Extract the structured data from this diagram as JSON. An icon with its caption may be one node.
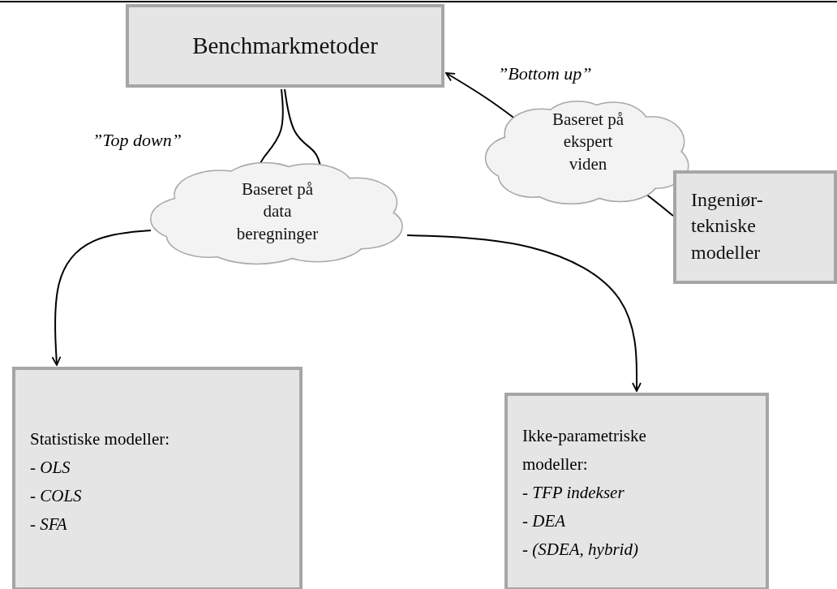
{
  "diagram": {
    "nodes": [
      {
        "text": [
          "Benchmarkmetoder"
        ]
      },
      {
        "text": [
          "Baseret på data beregninger"
        ]
      },
      {
        "text": [
          "Baseret på ekspert viden"
        ]
      },
      {
        "text": [
          "Ingeniør-tekniske modeller"
        ]
      },
      {
        "text": [
          "Statistiske modeller:",
          "- *OLS*",
          "- *COLS*",
          "- *SFA*"
        ]
      },
      {
        "text": [
          "Ikke-parametriske modeller:",
          "- *TFP indekser*",
          "- *DEA*",
          "- *(SDEA, hybrid)*"
        ]
      }
    ],
    "edges": [
      {
        "from": 0,
        "to": 1,
        "arrow": "none",
        "label": "”Top down”"
      },
      {
        "from": 0,
        "to": 1,
        "arrow": "none"
      },
      {
        "from": 1,
        "to": 4,
        "arrow": "to"
      },
      {
        "from": 1,
        "to": 5,
        "arrow": "to"
      },
      {
        "from": 3,
        "to": 2,
        "arrow": "none"
      },
      {
        "from": 2,
        "to": 0,
        "arrow": "to",
        "label": "”Bottom up”"
      }
    ]
  }
}
